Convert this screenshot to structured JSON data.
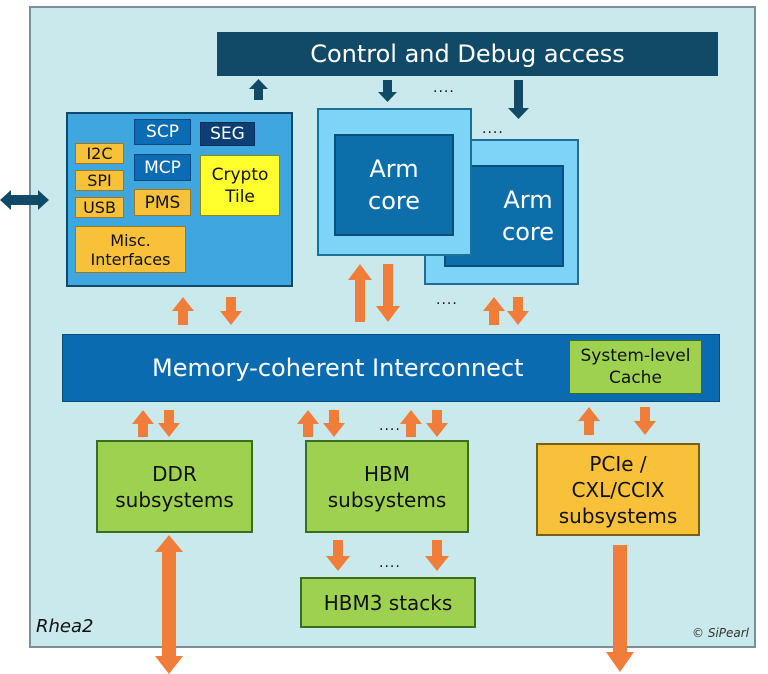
{
  "title": "Control and Debug access",
  "chip_name": "Rhea2",
  "copyright": "© SiPearl",
  "soc_block": {
    "io": [
      "I2C",
      "SPI",
      "USB"
    ],
    "misc": "Misc.\nInterfaces",
    "scp": "SCP",
    "seg": "SEG",
    "mcp": "MCP",
    "pms": "PMS",
    "crypto": "Crypto\nTile"
  },
  "cores": {
    "front": "Arm\ncore",
    "back": "Arm\ncore",
    "dots_top": "....",
    "dots_corner": "....",
    "dots_bottom": "...."
  },
  "interconnect": {
    "label": "Memory-coherent Interconnect",
    "cache": "System-level\nCache"
  },
  "subsystems": {
    "ddr": "DDR\nsubsystems",
    "hbm": "HBM\nsubsystems",
    "pcie": "PCIe /\nCXL/CCIX\nsubsystems",
    "hbm3": "HBM3 stacks",
    "dots_hbm_top": "....",
    "dots_hbm_bottom": "...."
  },
  "colors": {
    "chip_bg": "#c9e9ec",
    "dark_blue": "#114a66",
    "mid_blue": "#0b6bb0",
    "light_blue": "#7dd4f7",
    "green": "#9ed14f",
    "yellow_orange": "#f9c13a",
    "arrow_orange": "#f07e3a"
  }
}
